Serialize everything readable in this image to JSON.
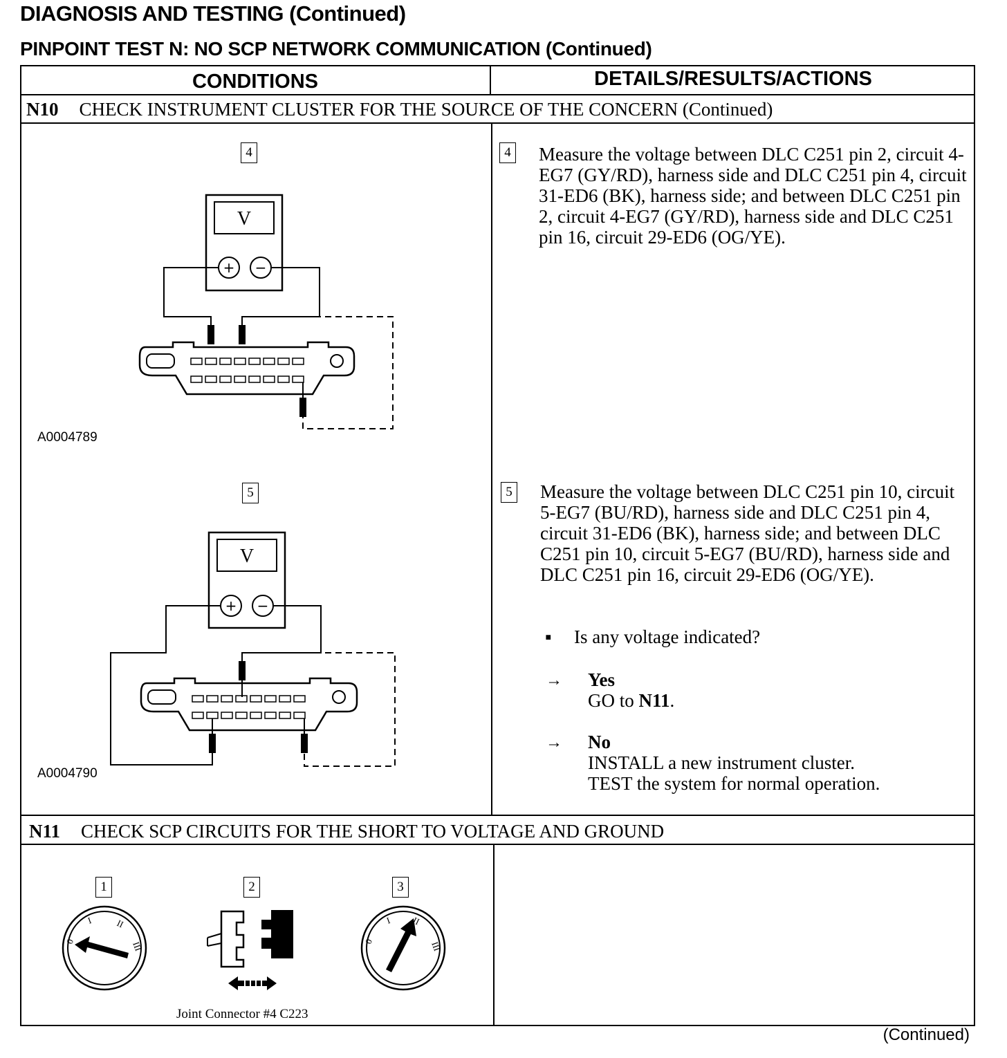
{
  "header": {
    "title": "DIAGNOSIS AND TESTING (Continued)",
    "test_title": "PINPOINT TEST N:  NO SCP NETWORK COMMUNICATION (Continued)"
  },
  "table": {
    "col_conditions": "CONDITIONS",
    "col_details": "DETAILS/RESULTS/ACTIONS"
  },
  "n10": {
    "id": "N10",
    "title": "CHECK INSTRUMENT CLUSTER FOR THE SOURCE OF THE CONCERN (Continued)",
    "step4": {
      "num": "4",
      "meter_label": "V",
      "fig_id": "A0004789",
      "text": "Measure the voltage between DLC C251 pin 2, circuit 4-EG7 (GY/RD), harness side and DLC C251 pin 4, circuit 31-ED6 (BK), harness side; and between DLC C251 pin 2, circuit 4-EG7 (GY/RD), harness side and DLC C251 pin 16, circuit 29-ED6 (OG/YE)."
    },
    "step5": {
      "num": "5",
      "meter_label": "V",
      "fig_id": "A0004790",
      "text": "Measure the voltage between DLC C251 pin 10, circuit 5-EG7 (BU/RD), harness side and DLC C251 pin 4, circuit 31-ED6 (BK), harness side; and between DLC C251 pin 10, circuit 5-EG7 (BU/RD), harness side and DLC C251 pin 16, circuit 29-ED6  (OG/YE).",
      "question": "Is any voltage indicated?",
      "yes_label": "Yes",
      "yes_action_prefix": "GO to ",
      "yes_action_target": "N11",
      "yes_action_suffix": ".",
      "no_label": "No",
      "no_action_1": "INSTALL a new instrument cluster.",
      "no_action_2": "TEST the system for normal operation."
    }
  },
  "n11": {
    "id": "N11",
    "title": "CHECK SCP CIRCUITS FOR THE SHORT TO VOLTAGE AND GROUND",
    "step1_num": "1",
    "step2_num": "2",
    "step3_num": "3",
    "key_positions": [
      "0",
      "I",
      "II",
      "III"
    ],
    "connector_label": "Joint Connector #4 C223"
  },
  "footer": {
    "continued": "(Continued)"
  },
  "symbols": {
    "bullet": "▪",
    "arrow": "→",
    "plus": "+",
    "minus": "−"
  }
}
